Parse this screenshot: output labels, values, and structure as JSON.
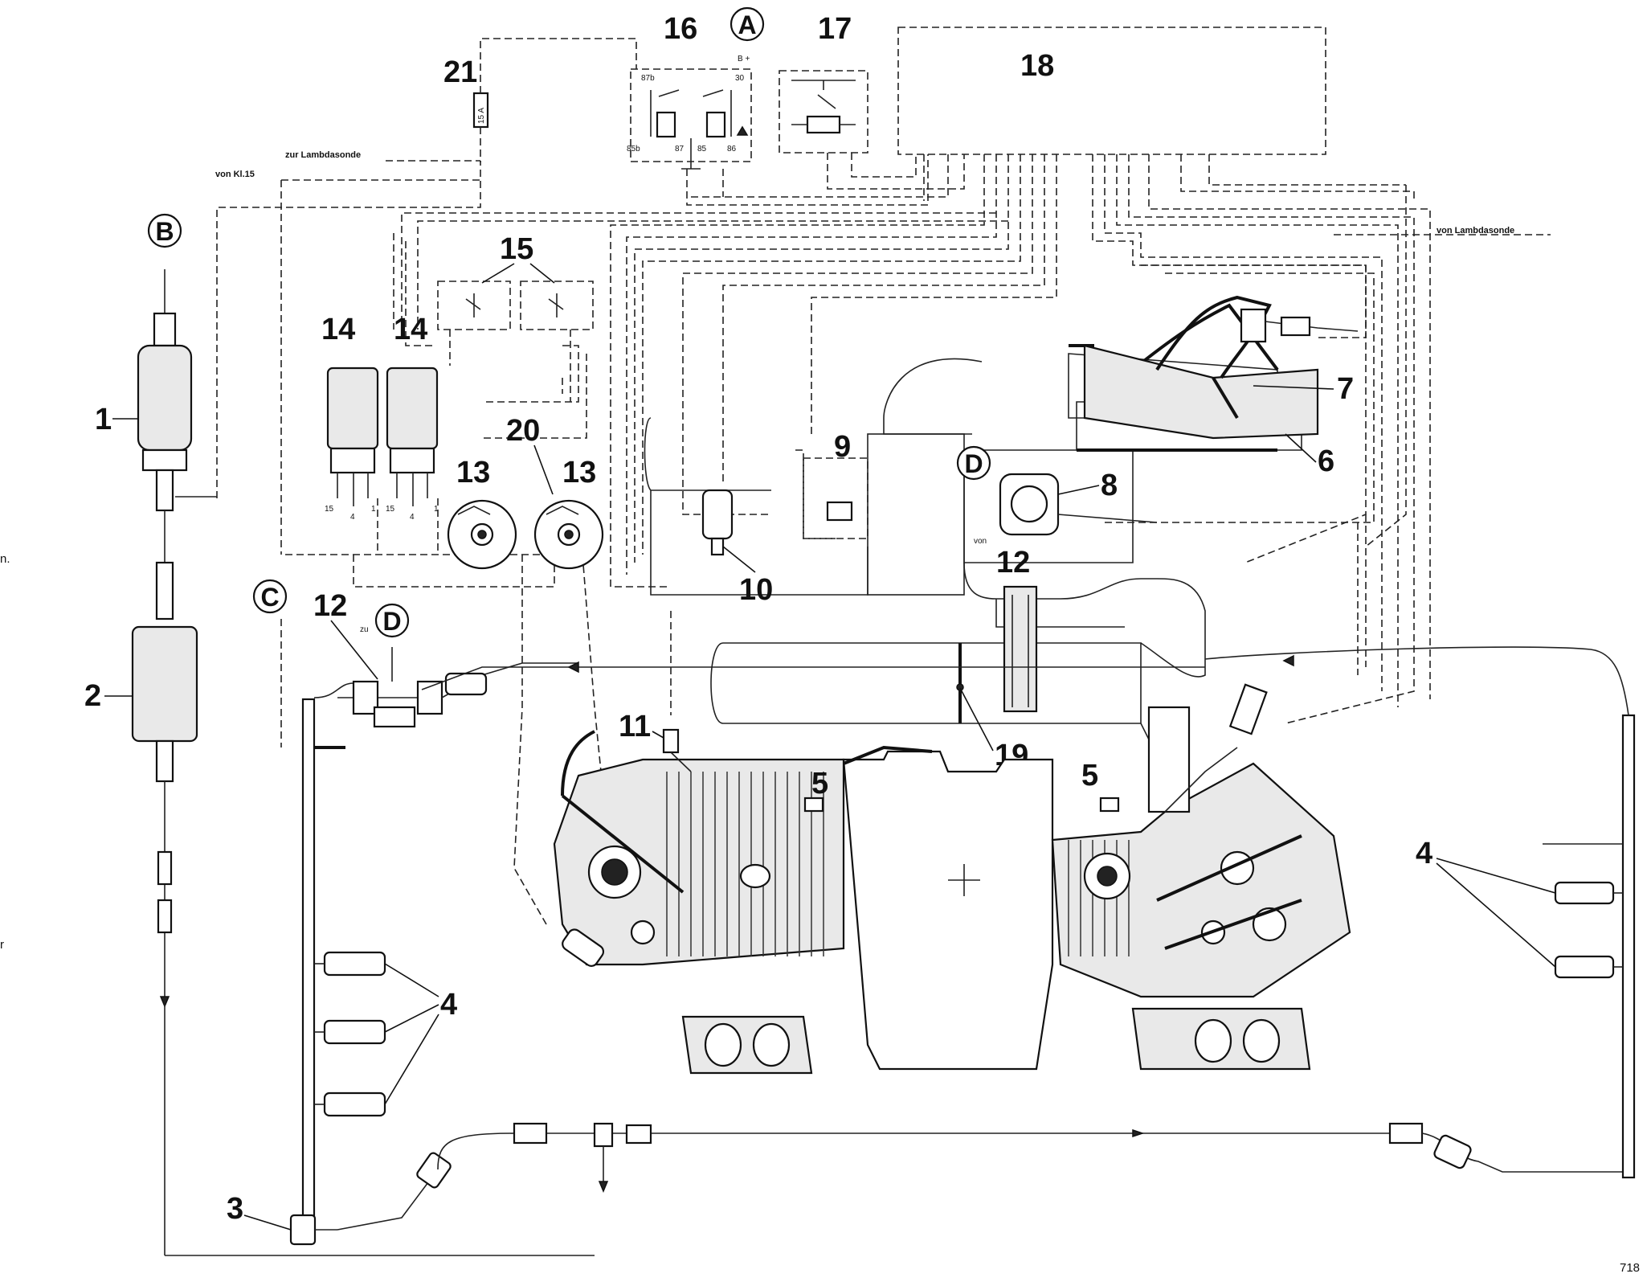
{
  "labels": {
    "n1": "1",
    "n2": "2",
    "n3": "3",
    "n4_left": "4",
    "n4_right": "4",
    "n5_left": "5",
    "n5_right": "5",
    "n6": "6",
    "n7": "7",
    "n8": "8",
    "n9": "9",
    "n10": "10",
    "n11": "11",
    "n12_left": "12",
    "n12_mid": "12",
    "n13_left": "13",
    "n13_right": "13",
    "n14_left": "14",
    "n14_right": "14",
    "n15": "15",
    "n16": "16",
    "n17": "17",
    "n18": "18",
    "n19": "19",
    "n20": "20",
    "n21": "21"
  },
  "connectors": {
    "A": "A",
    "B": "B",
    "C": "C",
    "D_top": "D",
    "D_left": "D"
  },
  "notes": {
    "zur_lambdasonde": "zur Lambdasonde",
    "von_kl15": "von Kl.15",
    "von_lambdasonde": "von Lambdasonde",
    "von": "von",
    "zu": "zu",
    "fuse": "15 A"
  },
  "relay_pins": {
    "p87b": "87b",
    "p30": "30",
    "pbplus": "B +",
    "p85b": "85b",
    "p87": "87",
    "p85": "85",
    "p86": "86"
  },
  "coil_pins": {
    "t15a": "15",
    "t4a": "4",
    "t1a": "1",
    "t15b": "15",
    "t4b": "4",
    "t1b": "1"
  },
  "margin_text": {
    "m1": "n.",
    "m2": "r"
  },
  "page_number": "718"
}
